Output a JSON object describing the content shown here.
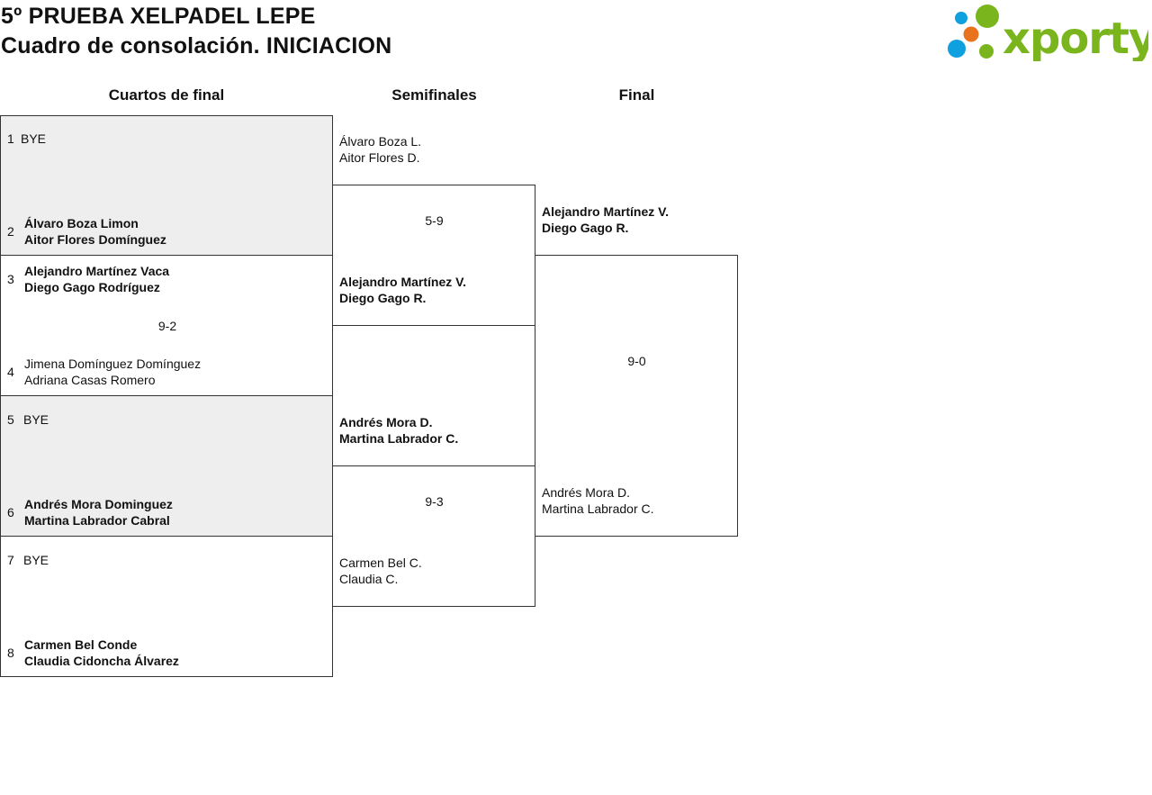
{
  "header": {
    "title_line1": "5º PRUEBA XELPADEL LEPE",
    "title_line2": "Cuadro de consolación. INICIACION",
    "logo_text": "xporty",
    "logo_colors": {
      "green": "#7ab51d",
      "blue": "#0fa0e0",
      "orange": "#e8731c"
    }
  },
  "rounds": {
    "quarters": "Cuartos de final",
    "semis": "Semifinales",
    "final": "Final"
  },
  "quarterfinals": [
    {
      "seed_a": "1",
      "team_a": [
        "BYE"
      ],
      "seed_b": "2",
      "team_b": [
        "Álvaro Boza Limon",
        "Aitor Flores Domínguez"
      ],
      "score": ""
    },
    {
      "seed_a": "3",
      "team_a": [
        "Alejandro Martínez Vaca",
        "Diego Gago Rodríguez"
      ],
      "seed_b": "4",
      "team_b": [
        "Jimena Domínguez Domínguez",
        "Adriana Casas Romero"
      ],
      "score": "9-2"
    },
    {
      "seed_a": "5",
      "team_a": [
        "BYE"
      ],
      "seed_b": "6",
      "team_b": [
        "Andrés Mora Dominguez",
        "Martina Labrador Cabral"
      ],
      "score": ""
    },
    {
      "seed_a": "7",
      "team_a": [
        "BYE"
      ],
      "seed_b": "8",
      "team_b": [
        "Carmen Bel Conde",
        "Claudia Cidoncha Álvarez"
      ],
      "score": ""
    }
  ],
  "semifinals": [
    {
      "team_a": [
        "Álvaro Boza L.",
        "Aitor Flores D."
      ],
      "team_b": [
        "Alejandro Martínez V.",
        "Diego Gago R."
      ],
      "score": "5-9"
    },
    {
      "team_a": [
        "Andrés Mora D.",
        "Martina Labrador C."
      ],
      "team_b": [
        "Carmen Bel C.",
        "Claudia C."
      ],
      "score": "9-3"
    }
  ],
  "final": {
    "team_a": [
      "Alejandro Martínez V.",
      "Diego Gago R."
    ],
    "team_b": [
      "Andrés Mora D.",
      "Martina Labrador C."
    ],
    "score": "9-0"
  }
}
